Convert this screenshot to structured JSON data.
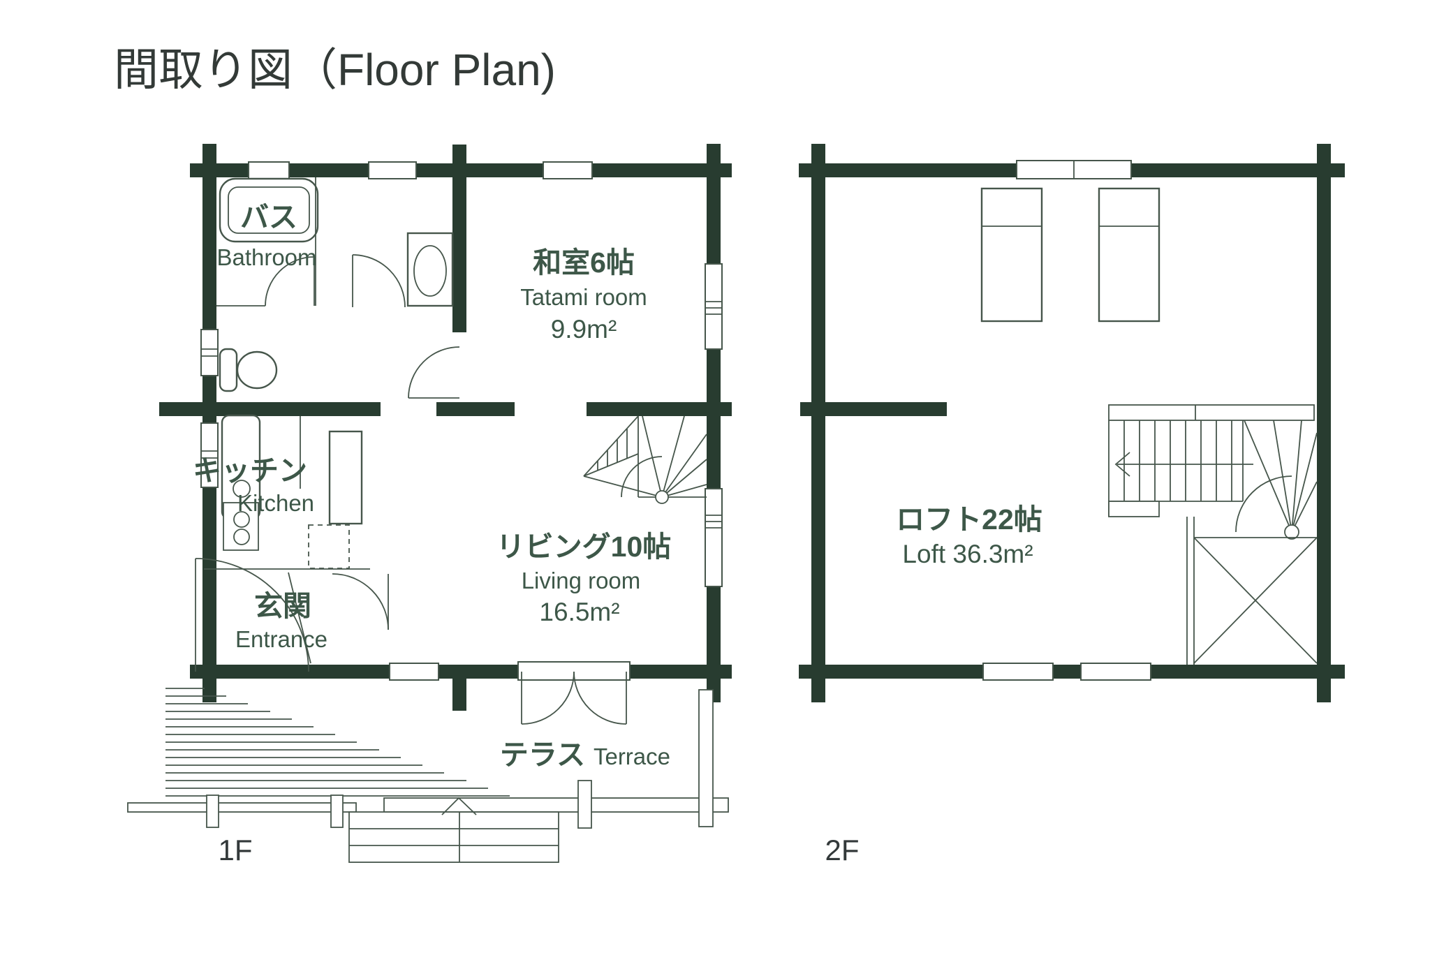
{
  "title": "間取り図（Floor Plan)",
  "colors": {
    "wall": "#283c30",
    "fixture_line": "#46564b",
    "room_label": "#3d5748",
    "title_text": "#333a37"
  },
  "floor_1f": {
    "label": "1F",
    "bathroom": {
      "name_jp": "バス",
      "name_en": "Bathroom"
    },
    "tatami_room": {
      "name_jp": "和室6帖",
      "name_en": "Tatami room",
      "area": "9.9m²"
    },
    "kitchen": {
      "name_jp": "キッチン",
      "name_en": "Kitchen"
    },
    "entrance": {
      "name_jp": "玄関",
      "name_en": "Entrance"
    },
    "living_room": {
      "name_jp": "リビング10帖",
      "name_en": "Living room",
      "area": "16.5m²"
    },
    "terrace": {
      "name_jp": "テラス",
      "name_en": "Terrace"
    }
  },
  "floor_2f": {
    "label": "2F",
    "loft": {
      "name_jp": "ロフト22帖",
      "name_en": "Loft 36.3m²"
    }
  }
}
